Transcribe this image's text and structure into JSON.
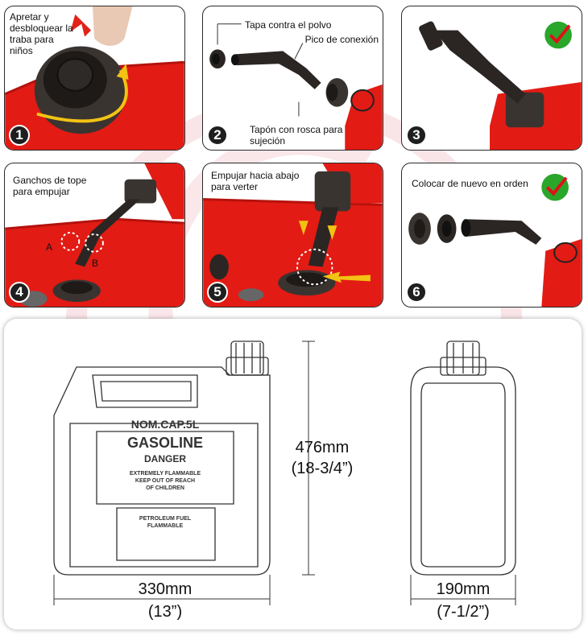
{
  "steps": [
    {
      "number": "1",
      "labels": [
        "Apretar y desbloquear la traba para niños"
      ]
    },
    {
      "number": "2",
      "labels": [
        "Tapa contra el polvo",
        "Pico de conexión",
        "Tapón con rosca para sujeción"
      ]
    },
    {
      "number": "3",
      "labels": []
    },
    {
      "number": "4",
      "labels": [
        "Ganchos de tope para empujar"
      ],
      "marks": [
        "A",
        "B"
      ]
    },
    {
      "number": "5",
      "labels": [
        "Empujar hacia abajo para verter"
      ]
    },
    {
      "number": "6",
      "labels": [
        "Colocar de nuevo en orden"
      ]
    }
  ],
  "dimensions": {
    "height_mm": "476mm",
    "height_in": "(18-3/4”)",
    "width_mm": "330mm",
    "width_in": "(13”)",
    "depth_mm": "190mm",
    "depth_in": "(7-1/2”)"
  },
  "can_front": {
    "brand_tag": "NOM.CAP.5L",
    "title": "GASOLINE",
    "subtitle": "DANGER",
    "warning_lines": [
      "EXTREMELY FLAMMABLE",
      "KEEP OUT OF REACH",
      "OF CHILDREN"
    ],
    "fuel_lines": [
      "PETROLEUM FUEL",
      "FLAMMABLE"
    ]
  },
  "colors": {
    "can_red": "#e21b14",
    "nozzle_dark": "#2b2623",
    "check_green": "#2aa62a",
    "check_red": "#e0101a",
    "arrow_yellow": "#f2c313",
    "arrow_red": "#e2231a",
    "watermark": "#f3c9cf"
  }
}
